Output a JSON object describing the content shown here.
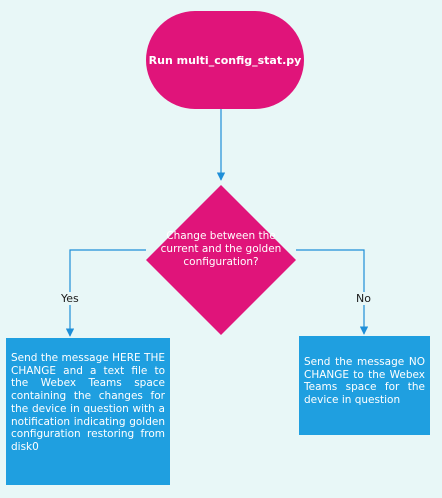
{
  "diagram": {
    "start": {
      "label": "Run multi_config_stat.py"
    },
    "decision": {
      "label": "Change between the current and the golden configuration?"
    },
    "yes_branch": {
      "label": "Yes",
      "action": "Send the message HERE THE CHANGE and a text file to the Webex Teams space containing the changes for the device in question with a notification indicating golden configuration restoring from disk0"
    },
    "no_branch": {
      "label": "No",
      "action": "Send the message NO CHANGE to the Webex Teams space for the device in question"
    },
    "colors": {
      "background": "#e8f7f7",
      "terminal_fill": "#e0147a",
      "decision_fill": "#e0147a",
      "process_fill": "#1f9fe0",
      "connector": "#1f8fd8"
    }
  }
}
